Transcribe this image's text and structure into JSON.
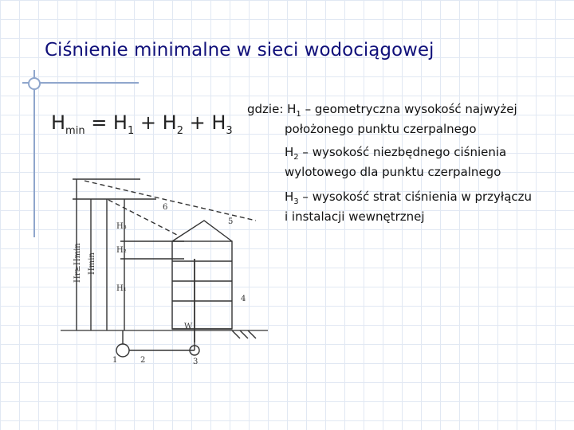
{
  "slide": {
    "title": "Ciśnienie minimalne w sieci wodociągowej",
    "formula": {
      "lhs": "H",
      "lhs_sub": "min",
      "eq": " = H",
      "t1_sub": "1",
      "plus1": " + H",
      "t2_sub": "2",
      "plus2": " + H",
      "t3_sub": "3"
    },
    "definitions": [
      {
        "prefix": "gdzie: H",
        "sub": "1",
        "line1": " – geometryczna wysokość najwyżej",
        "line2": "położonego punktu czerpalnego"
      },
      {
        "prefix": "H",
        "sub": "2",
        "line1": " – wysokość niezbędnego ciśnienia",
        "line2": "wylotowego dla punktu czerpalnego"
      },
      {
        "prefix": "H",
        "sub": "3",
        "line1": " – wysokość strat ciśnienia w przyłączu",
        "line2": "i instalacji wewnętrznej"
      }
    ],
    "diagram_labels": {
      "h_label_1": "H₁",
      "h_label_2": "H₂",
      "h_label_3": "H₃",
      "h_min": "Hmin",
      "h_r": "Hr≥Hmin",
      "n1": "1",
      "n2": "2",
      "n3": "3",
      "n4": "4",
      "n5": "5",
      "n6": "6",
      "w": "W"
    }
  }
}
